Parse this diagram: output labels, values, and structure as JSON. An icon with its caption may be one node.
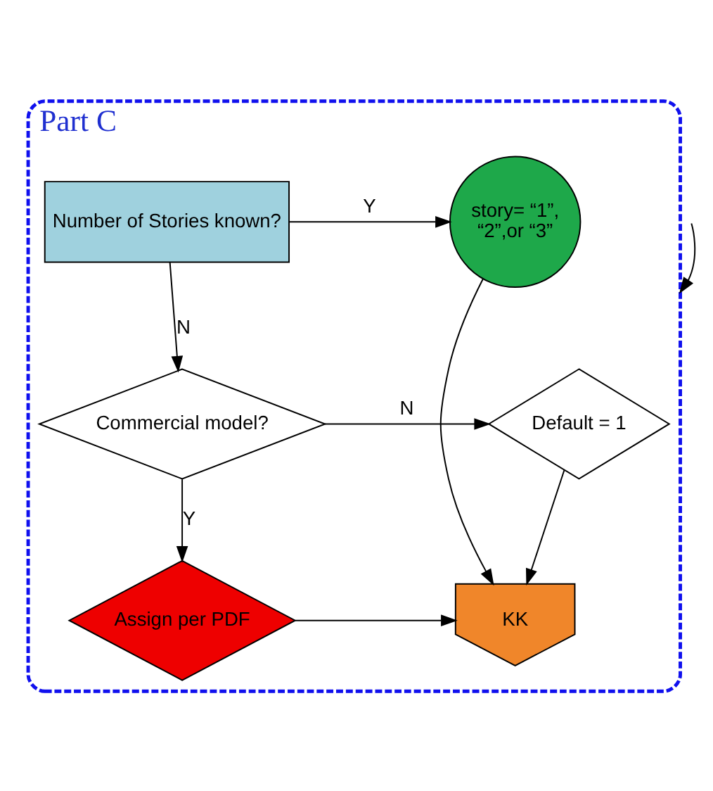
{
  "diagram": {
    "nodes": [
      {
        "text": [
          "Part C"
        ]
      },
      {
        "text": [
          "Number of Stories known?"
        ],
        "in": 0
      },
      {
        "text": [
          "story= “1”, “2”,or “3”"
        ],
        "in": 0
      },
      {
        "text": [
          "Commercial model?"
        ],
        "in": 0
      },
      {
        "text": [
          "Default = 1"
        ],
        "in": 0
      },
      {
        "text": [
          "Assign per PDF"
        ],
        "in": 0
      },
      {
        "text": [
          "KK"
        ],
        "in": 0
      }
    ],
    "edges": [
      {
        "from": 1,
        "to": 2,
        "arrow": "to",
        "label": "Y"
      },
      {
        "from": 1,
        "to": 3,
        "arrow": "to",
        "label": "N"
      },
      {
        "from": 3,
        "to": 4,
        "arrow": "to",
        "label": "N"
      },
      {
        "from": 3,
        "to": 5,
        "arrow": "to",
        "label": "Y"
      },
      {
        "from": 2,
        "to": 6,
        "arrow": "to"
      },
      {
        "from": 4,
        "to": 6,
        "arrow": "to"
      },
      {
        "from": 5,
        "to": 6,
        "arrow": "to"
      },
      {
        "from": null,
        "to": 0,
        "arrow": "to"
      }
    ]
  }
}
